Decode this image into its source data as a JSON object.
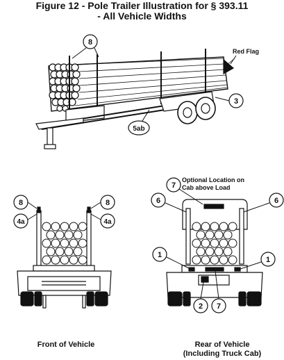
{
  "title": {
    "line1": "Figure 12 - Pole Trailer Illustration for § 393.11",
    "line2": "- All Vehicle Widths"
  },
  "callouts": {
    "top": {
      "c8": "8",
      "red_flag": "Red Flag",
      "c3": "3",
      "c5ab": "5ab"
    },
    "front": {
      "c8": "8",
      "c4a_left": "4a",
      "c8_right": "8",
      "c4a_right": "4a"
    },
    "rear": {
      "c7_top": "7",
      "optional_location_line1": "Optional Location on",
      "optional_location_line2": "Cab above Load",
      "c6_left": "6",
      "c6_right": "6",
      "c1_left": "1",
      "c1_right": "1",
      "c2": "2",
      "c7_bottom": "7"
    }
  },
  "captions": {
    "front": "Front of Vehicle",
    "rear_line1": "Rear of Vehicle",
    "rear_line2": "(Including Truck Cab)"
  }
}
